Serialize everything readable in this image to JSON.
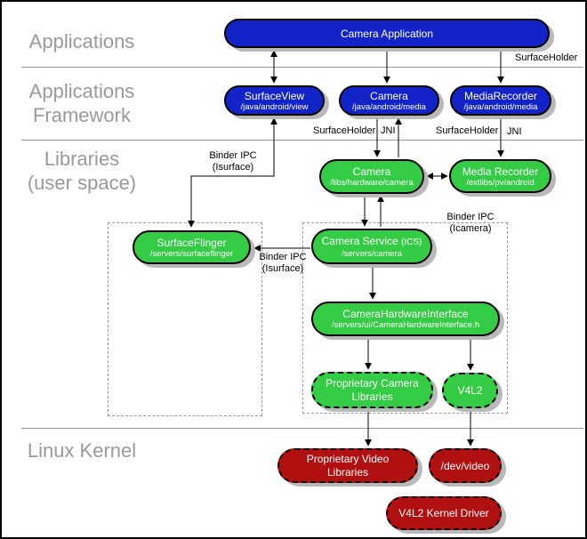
{
  "colors": {
    "node_blue": "#1224C8",
    "node_green": "#33CC44",
    "node_red": "#B01010",
    "layer_label_grey": "#9A9A9A"
  },
  "layers": {
    "applications": "Applications",
    "framework_line1": "Applications",
    "framework_line2": "Framework",
    "libraries_line1": "Libraries",
    "libraries_line2": "(user space)",
    "kernel": "Linux Kernel"
  },
  "nodes": {
    "camera_application": {
      "title": "Camera Application"
    },
    "surfaceview": {
      "title": "SurfaceView",
      "path": "/java/android/view"
    },
    "camera_java": {
      "title": "Camera",
      "path": "/java/android/media"
    },
    "mediarecorder_java": {
      "title": "MediaRecorder",
      "path": "/java/android/media"
    },
    "camera_lib": {
      "title": "Camera",
      "path": "/libs/hardware/camera"
    },
    "media_recorder_lib": {
      "title": "Media Recorder",
      "path": "/extlibs/pv/android"
    },
    "surfaceflinger": {
      "title": "SurfaceFlinger",
      "path": "/servers/surfaceflinger"
    },
    "camera_service": {
      "title": "Camera Service",
      "title_suffix": "(ICS)",
      "path": "/servers/camera"
    },
    "camera_hardware_interface": {
      "title": "CameraHardwareInterface",
      "path": "/servers/ui/CameraHardwareInterface.h"
    },
    "proprietary_camera_libraries": {
      "title": "Proprietary Camera Libraries"
    },
    "v4l2": {
      "title": "V4L2"
    },
    "proprietary_video_libraries": {
      "title": "Proprietary Video Libraries"
    },
    "dev_video": {
      "title": "/dev/video"
    },
    "v4l2_kernel_driver": {
      "title": "V4L2 Kernel Driver"
    }
  },
  "labels": {
    "surfaceholder_top": "SurfaceHolder",
    "surfaceholder_camera": "SurfaceHolder",
    "jni_camera": "JNI",
    "surfaceholder_mediarecorder": "SurfaceHolder",
    "jni_mediarecorder": "JNI",
    "binder_isurface_view_l1": "Binder IPC",
    "binder_isurface_view_l2": "(Isurface)",
    "binder_icamera_l1": "Binder IPC",
    "binder_icamera_l2": "(Icamera)",
    "binder_isurface_service_l1": "Binder IPC",
    "binder_isurface_service_l2": "(Isurface)"
  }
}
